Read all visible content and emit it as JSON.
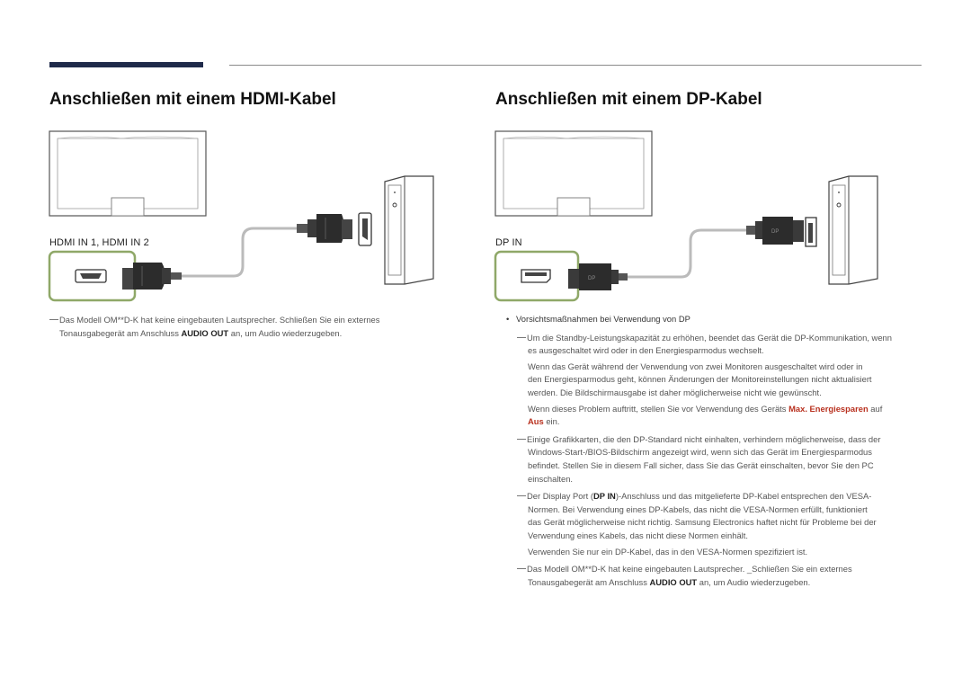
{
  "left": {
    "title": "Anschließen mit einem HDMI-Kabel",
    "port_label": "HDMI IN 1, HDMI IN 2",
    "note": {
      "l1_pre": "Das Modell OM**D-K hat keine eingebauten Lautsprecher.  Schließen Sie ein externes",
      "l2_pre": "Tonausgabegerät am Anschluss ",
      "l2_bold": "AUDIO OUT",
      "l2_post": " an, um Audio wiederzugeben."
    }
  },
  "right": {
    "title": "Anschließen mit einem DP-Kabel",
    "port_label": "DP IN",
    "bullet": "Vorsichtsmaßnahmen bei Verwendung von DP",
    "n1": {
      "l1": "Um die Standby-Leistungskapazität zu erhöhen, beendet das Gerät die DP-Kommunikation, wenn",
      "l2": "es ausgeschaltet wird oder in den Energiesparmodus wechselt.",
      "p2_l1": "Wenn das Gerät während der Verwendung von zwei Monitoren ausgeschaltet wird oder in",
      "p2_l2": "den Energiesparmodus geht, können Änderungen der Monitoreinstellungen nicht aktualisiert",
      "p2_l3": "werden. Die Bildschirmausgabe ist daher möglicherweise nicht wie gewünscht.",
      "p3_pre": "Wenn dieses Problem auftritt, stellen Sie vor Verwendung des Geräts ",
      "p3_red1": "Max. Energiesparen",
      "p3_mid": " auf",
      "p3_red2": "Aus",
      "p3_post": " ein."
    },
    "n2": {
      "l1": "Einige Grafikkarten, die den DP-Standard nicht einhalten, verhindern möglicherweise, dass der",
      "l2": "Windows-Start-/BIOS-Bildschirm angezeigt wird, wenn sich das Gerät im Energiesparmodus",
      "l3": "befindet. Stellen Sie in diesem Fall sicher, dass Sie das Gerät einschalten, bevor Sie den PC",
      "l4": "einschalten."
    },
    "n3": {
      "l1_pre": "Der Display Port (",
      "l1_bold": "DP IN",
      "l1_post": ")-Anschluss und das mitgelieferte DP-Kabel entsprechen den VESA-",
      "l2": "Normen. Bei Verwendung eines DP-Kabels, das nicht die VESA-Normen erfüllt, funktioniert",
      "l3": "das Gerät möglicherweise nicht richtig. Samsung Electronics haftet nicht für Probleme bei der",
      "l4": "Verwendung eines Kabels, das nicht diese Normen einhält.",
      "p2": "Verwenden Sie nur ein DP-Kabel, das in den VESA-Normen spezifiziert ist."
    },
    "n4": {
      "l1": "Das Modell OM**D-K hat keine eingebauten Lautsprecher.  _Schließen Sie ein externes",
      "l2_pre": "Tonausgabegerät am Anschluss ",
      "l2_bold": "AUDIO OUT",
      "l2_post": " an, um Audio wiederzugeben."
    }
  },
  "colors": {
    "accent_bar": "#1f2a4a",
    "port_highlight": "#8fa868",
    "emphasis_red": "#b8301e"
  },
  "icons": {
    "monitor": "monitor-back-icon",
    "pc": "pc-tower-icon",
    "hdmi_connector": "hdmi-plug-icon",
    "dp_connector": "displayport-plug-icon"
  }
}
